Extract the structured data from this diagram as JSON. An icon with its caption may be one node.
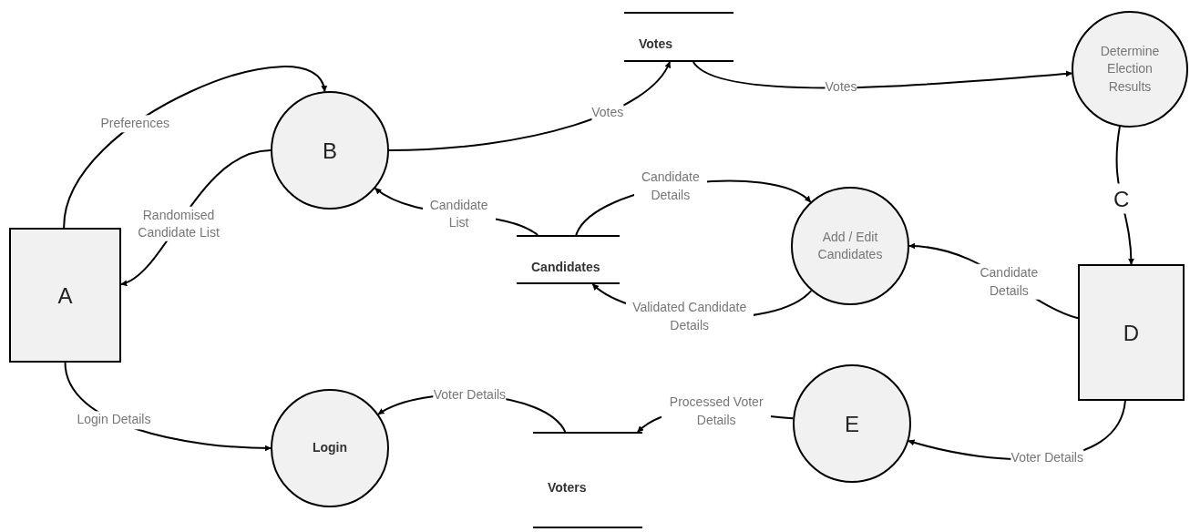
{
  "diagram": {
    "nodes": [
      {
        "text": [
          "A"
        ]
      },
      {
        "text": [
          "B"
        ]
      },
      {
        "text": [
          "Votes"
        ]
      },
      {
        "text": [
          "Determine Election Results"
        ]
      },
      {
        "text": [
          "Candidates"
        ]
      },
      {
        "text": [
          "Add / Edit Candidates"
        ]
      },
      {
        "text": [
          "D"
        ]
      },
      {
        "text": [
          "Login"
        ]
      },
      {
        "text": [
          "Voters"
        ]
      },
      {
        "text": [
          "E"
        ]
      }
    ],
    "edges": [
      {
        "from": 0,
        "to": 1,
        "arrow": "to",
        "label": "Preferences"
      },
      {
        "from": 1,
        "to": 2,
        "arrow": "to",
        "label": "Votes"
      },
      {
        "from": 2,
        "to": 3,
        "arrow": "to",
        "label": "Votes"
      },
      {
        "from": 4,
        "to": 1,
        "arrow": "to",
        "label": "Candidate List"
      },
      {
        "from": 1,
        "to": 0,
        "arrow": "to",
        "label": "Randomised Candidate List"
      },
      {
        "from": 4,
        "to": 5,
        "arrow": "to",
        "label": "Candidate Details"
      },
      {
        "from": 3,
        "to": 6,
        "arrow": "to",
        "label": "C"
      },
      {
        "from": 6,
        "to": 5,
        "arrow": "to",
        "label": "Candidate Details"
      },
      {
        "from": 5,
        "to": 4,
        "arrow": "to",
        "label": "Validated Candidate Details"
      },
      {
        "from": 0,
        "to": 7,
        "arrow": "to",
        "label": "Login Details"
      },
      {
        "from": 8,
        "to": 7,
        "arrow": "to",
        "label": "Voter Details"
      },
      {
        "from": 9,
        "to": 8,
        "arrow": "to",
        "label": "Processed Voter Details"
      },
      {
        "from": 6,
        "to": 9,
        "arrow": "to",
        "label": "Voter Details"
      }
    ]
  }
}
